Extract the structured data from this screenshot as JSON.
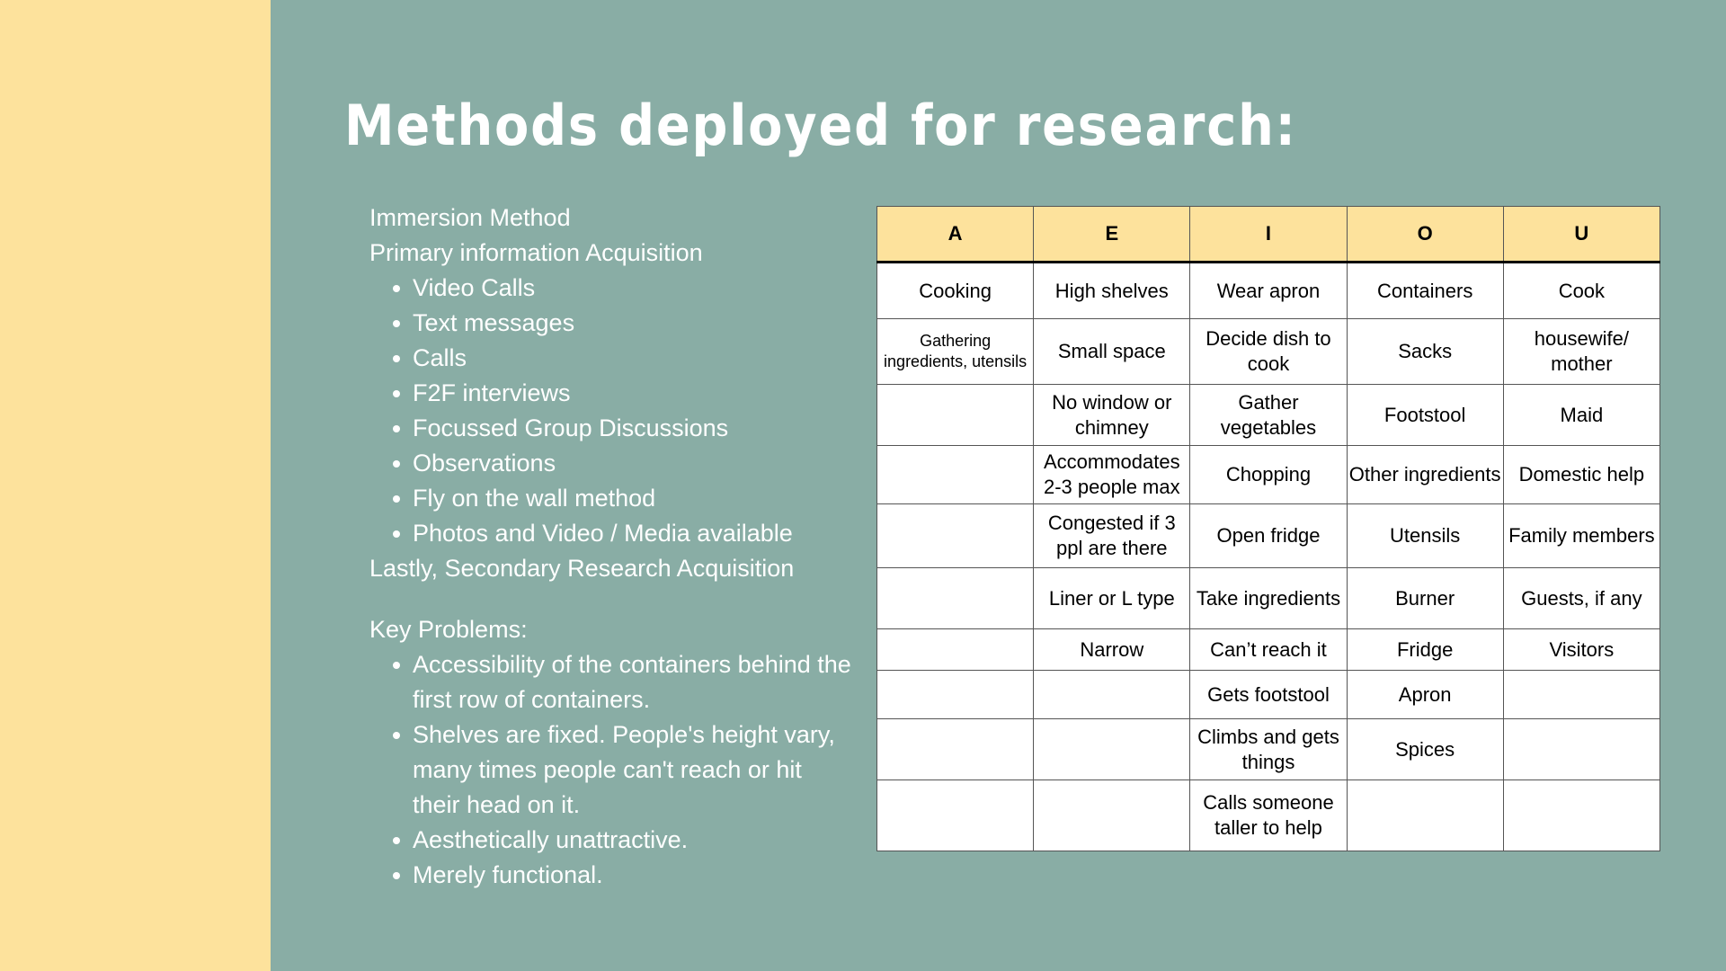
{
  "title": "Methods deployed for research:",
  "methods": {
    "line1": "Immersion Method",
    "line2": "Primary information Acquisition",
    "bullets": [
      "Video Calls",
      "Text messages",
      "Calls",
      "F2F interviews",
      "Focussed Group Discussions",
      "Observations",
      "Fly on the wall method",
      "Photos and Video / Media available"
    ],
    "line3": "Lastly, Secondary Research Acquisition"
  },
  "problems": {
    "heading": "Key Problems:",
    "bullets": [
      "Accessibility of the containers behind the first row of containers.",
      " Shelves are fixed. People's height vary, many times people can't reach or hit their head on it.",
      "Aesthetically unattractive.",
      "Merely functional."
    ]
  },
  "table": {
    "headers": [
      "A",
      "E",
      "I",
      "O",
      "U"
    ],
    "rows": [
      [
        "Cooking",
        "High shelves",
        "Wear apron",
        "Containers",
        "Cook"
      ],
      [
        "Gathering ingredients, utensils",
        "Small space",
        "Decide dish to cook",
        "Sacks",
        "housewife/ mother"
      ],
      [
        "",
        "No window or chimney",
        "Gather vegetables",
        "Footstool",
        "Maid"
      ],
      [
        "",
        "Accommodates 2-3 people max",
        "Chopping",
        "Other ingredients",
        "Domestic help"
      ],
      [
        "",
        "Congested if 3 ppl are there",
        "Open fridge",
        "Utensils",
        "Family members"
      ],
      [
        "",
        "Liner or L type",
        "Take ingredients",
        "Burner",
        "Guests, if any"
      ],
      [
        "",
        "Narrow",
        "Can’t reach it",
        "Fridge",
        "Visitors"
      ],
      [
        "",
        "",
        "Gets footstool",
        "Apron",
        ""
      ],
      [
        "",
        "",
        "Climbs and gets things",
        "Spices",
        ""
      ],
      [
        "",
        "",
        "Calls someone taller to help",
        "",
        ""
      ]
    ]
  },
  "colors": {
    "background": "#89ada5",
    "side_band": "#fde29c",
    "table_header": "#fde29c"
  }
}
